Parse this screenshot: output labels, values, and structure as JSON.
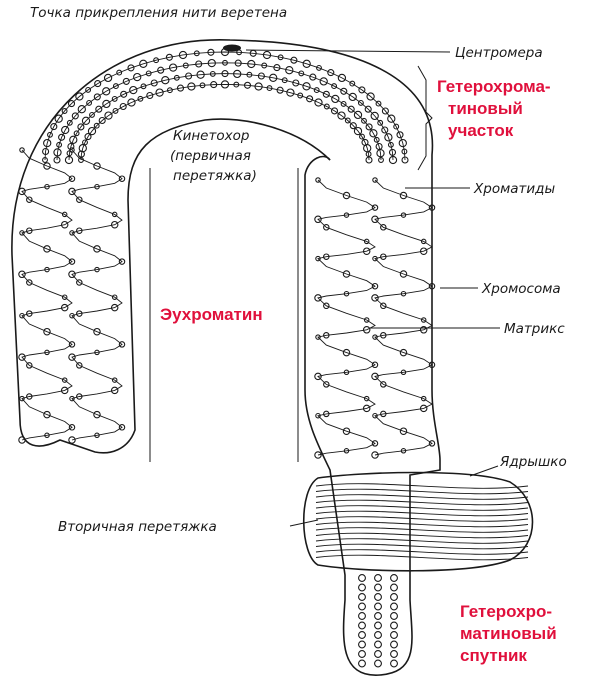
{
  "labels": {
    "spindle_point": "Точка прикрепления нити веретена",
    "centromere": "Центромера",
    "kinetochore_1": "Кинетохор",
    "kinetochore_2": "(первичная",
    "kinetochore_3": "перетяжка)",
    "heterochromatin_region_1": "Гетерохрома-",
    "heterochromatin_region_2": "тиновый",
    "heterochromatin_region_3": "участок",
    "chromatids": "Хроматиды",
    "chromosome": "Хромосома",
    "euchromatin": "Эухроматин",
    "matrix": "Матрикс",
    "nucleolus": "Ядрышко",
    "secondary_constriction": "Вторичная перетяжка",
    "satellite_1": "Гетерохро-",
    "satellite_2": "матиновый",
    "satellite_3": "спутник"
  },
  "colors": {
    "highlight_text": "#e0103c",
    "ink": "#1a1a1a",
    "background": "#ffffff"
  }
}
